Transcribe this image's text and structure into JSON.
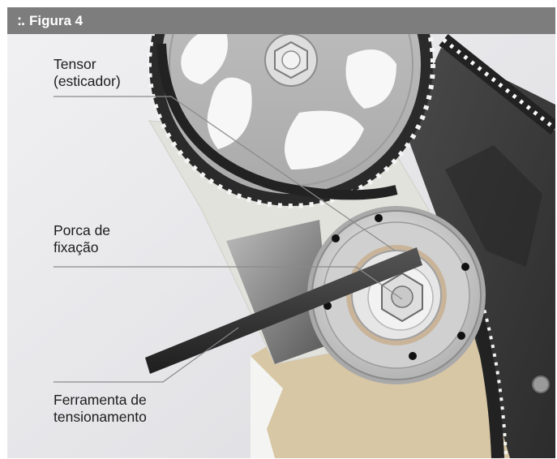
{
  "header": {
    "dots": ":.",
    "title": "Figura 4"
  },
  "labels": {
    "tensor": {
      "line1": "Tensor",
      "line2": "(esticador)"
    },
    "porca": {
      "line1": "Porca de",
      "line2": "fixação"
    },
    "ferramenta": {
      "line1": "Ferramenta de",
      "line2": "tensionamento"
    }
  },
  "colors": {
    "header": "#7d7d7d",
    "belt": "#2a2a2a",
    "block": "#3a3a3a",
    "plate": "#e2e2dc",
    "beige": "#d8c7a5",
    "pulley": "#c9c9c9",
    "tool": "#2e2e2e"
  }
}
